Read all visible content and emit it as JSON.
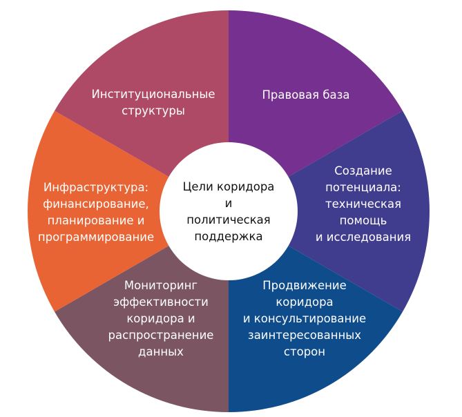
{
  "center_label": [
    "Цели коридора",
    "и",
    "политическая",
    "поддержка"
  ],
  "segments": [
    {
      "name": "legal",
      "color": "#76308F",
      "lines": [
        "Правовая база"
      ]
    },
    {
      "name": "capacity",
      "color": "#403D8E",
      "lines": [
        "Создание",
        "потенциала:",
        "техническая",
        "помощь",
        "и исследования"
      ]
    },
    {
      "name": "promotion",
      "color": "#0F4C8C",
      "lines": [
        "Продвижение",
        "коридора",
        "и консультирование",
        "заинтересованных",
        "сторон"
      ]
    },
    {
      "name": "monitoring",
      "color": "#7B5561",
      "lines": [
        "Мониторинг",
        "эффективности",
        "коридора и",
        "распространение",
        "данных"
      ]
    },
    {
      "name": "infrastructure",
      "color": "#E96435",
      "lines": [
        "Инфраструктура:",
        "финансирование,",
        "планирование и",
        "программирование"
      ]
    },
    {
      "name": "institutional",
      "color": "#AF4A66",
      "lines": [
        "Институциональные",
        "структуры"
      ]
    }
  ]
}
